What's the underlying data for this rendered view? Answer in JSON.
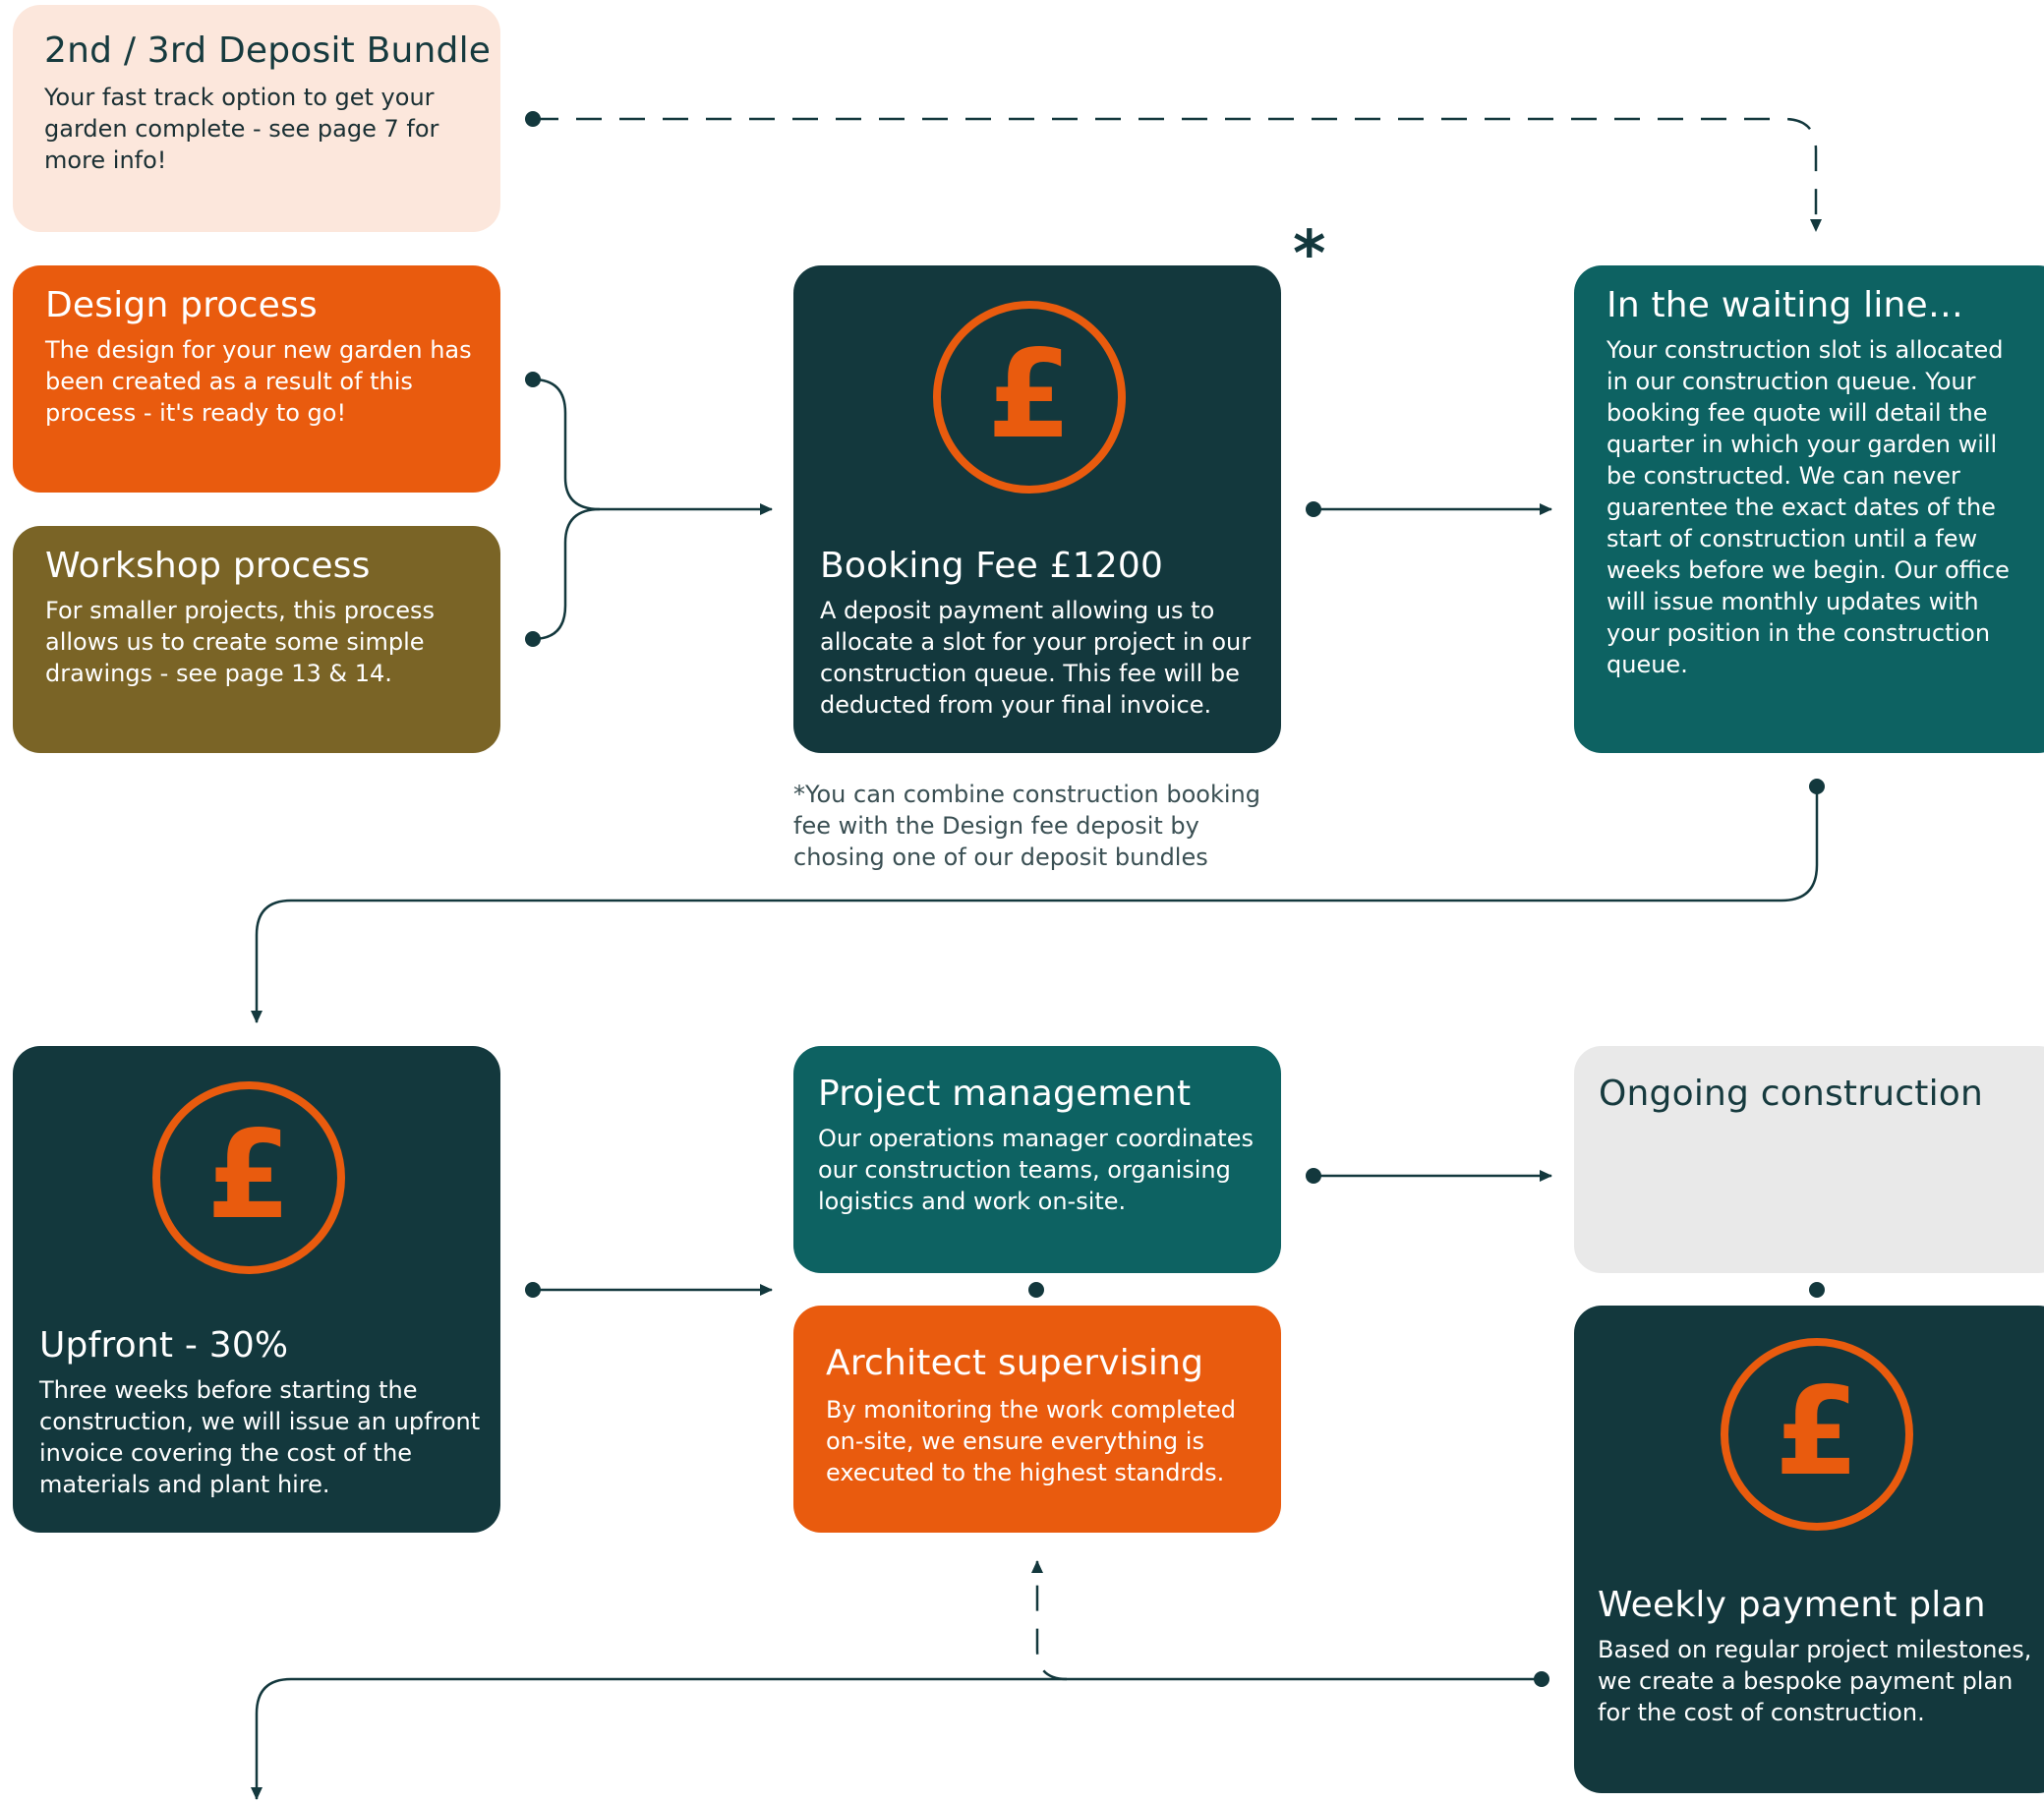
{
  "cards": {
    "deposit_bundle": {
      "title": "2nd / 3rd Deposit Bundle",
      "text": "Your fast track option to get your garden complete - see page 7 for more info!"
    },
    "design": {
      "title": "Design process",
      "text": "The design for your new garden has been created as a result of this process - it's ready to go!"
    },
    "workshop": {
      "title": "Workshop process",
      "text": "For smaller projects, this process allows us to create some simple drawings - see page 13 & 14."
    },
    "booking": {
      "title": "Booking Fee £1200",
      "text": "A deposit payment allowing us to allocate a slot for your project in our construction queue. This fee will be deducted from your final invoice."
    },
    "waiting": {
      "title": "In the waiting line…",
      "text": "Your construction slot is allocated in our construction queue. Your booking fee quote will detail the quarter in which your garden will be constructed. We can never guarentee the exact dates of the start of construction until a few weeks before we begin.  Our office will issue monthly updates with your position in the construction queue."
    },
    "upfront": {
      "title": "Upfront - 30%",
      "text": "Three weeks before starting the construction, we will issue an upfront invoice covering the cost of the materials and plant hire."
    },
    "project_mgmt": {
      "title": "Project management",
      "text": "Our operations manager coordinates our construction teams, organising logistics and work on-site."
    },
    "architect": {
      "title": "Architect supervising",
      "text": "By monitoring the work completed on-site, we ensure everything is executed to the highest standrds."
    },
    "ongoing": {
      "title": "Ongoing construction"
    },
    "weekly": {
      "title": "Weekly payment plan",
      "text": "Based on regular project milestones, we create a bespoke payment plan for the cost of construction."
    }
  },
  "footnote": {
    "symbol": "*",
    "text": "*You can combine construction booking fee with the Design fee deposit by chosing one of our deposit bundles"
  },
  "icons": {
    "currency": "pound-circle-icon"
  },
  "colors": {
    "orange": "#E95B0E",
    "olive": "#7A6426",
    "dark_teal": "#13383D",
    "teal": "#0D6262",
    "peach": "#FCE7DC",
    "grey": "#E9E9E9"
  }
}
